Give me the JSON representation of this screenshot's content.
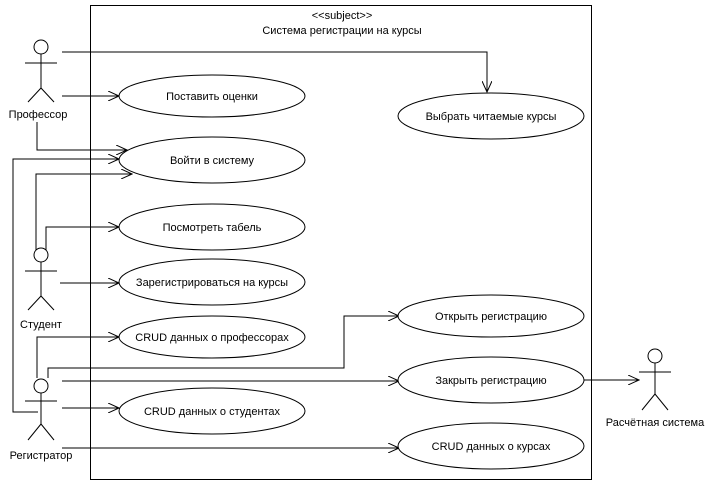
{
  "system": {
    "stereotype": "<<subject>>",
    "title": "Система регистрации на курсы"
  },
  "actors": {
    "professor": "Профессор",
    "student": "Студент",
    "registrar": "Регистратор",
    "billing": "Расчётная система"
  },
  "use_cases": {
    "grade": "Поставить оценки",
    "select_courses": "Выбрать читаемые курсы",
    "login": "Войти в систему",
    "report_card": "Посмотреть табель",
    "register": "Зарегистрироваться на курсы",
    "crud_professors": "CRUD данных о профессорах",
    "open_registration": "Открыть регистрацию",
    "close_registration": "Закрыть регистрацию",
    "crud_students": "CRUD данных о студентах",
    "crud_courses": "CRUD данных о курсах"
  }
}
